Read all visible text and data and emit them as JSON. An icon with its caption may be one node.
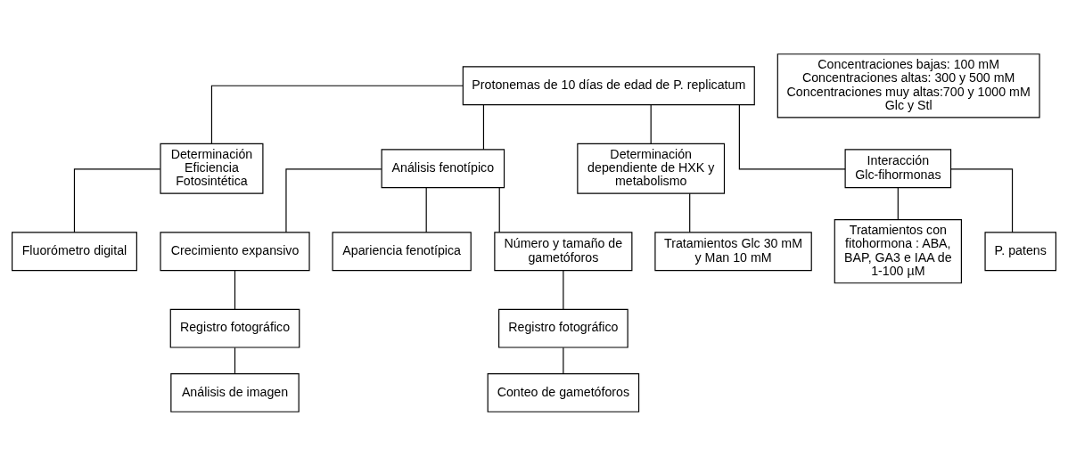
{
  "diagram": {
    "nodes": [
      {
        "text": [
          "Protonemas de 10 días de edad de P. replicatum"
        ]
      },
      {
        "text": [
          "Concentraciones bajas: 100 mM",
          "Concentraciones altas: 300 y 500 mM",
          "Concentraciones muy altas:700 y 1000 mM",
          "Glc y Stl"
        ]
      },
      {
        "text": [
          "Determinación Eficiencia Fotosintética"
        ]
      },
      {
        "text": [
          "Análisis fenotípico"
        ]
      },
      {
        "text": [
          "Determinación dependiente de HXK y metabolismo"
        ]
      },
      {
        "text": [
          "Interacción Glc-fihormonas"
        ]
      },
      {
        "text": [
          "Fluorómetro digital"
        ]
      },
      {
        "text": [
          "Crecimiento expansivo"
        ]
      },
      {
        "text": [
          "Apariencia fenotípica"
        ]
      },
      {
        "text": [
          "Número y tamaño de gametóforos"
        ]
      },
      {
        "text": [
          "Tratamientos Glc 30 mM y Man 10 mM"
        ]
      },
      {
        "text": [
          "Tratamientos con fitohormona : ABA, BAP, GA3 e IAA de 1-100 µM"
        ]
      },
      {
        "text": [
          "Registro fotográfico"
        ]
      },
      {
        "text": [
          "Registro fotográfico"
        ]
      },
      {
        "text": [
          "P. patens"
        ]
      },
      {
        "text": [
          "Análisis de imagen"
        ]
      },
      {
        "text": [
          "Conteo de gametóforos"
        ]
      }
    ],
    "edges": [
      {
        "from": 0,
        "to": 2,
        "arrow": "none"
      },
      {
        "from": 0,
        "to": 3,
        "arrow": "none"
      },
      {
        "from": 0,
        "to": 4,
        "arrow": "none"
      },
      {
        "from": 0,
        "to": 5,
        "arrow": "none"
      },
      {
        "from": 2,
        "to": 6,
        "arrow": "none"
      },
      {
        "from": 3,
        "to": 7,
        "arrow": "none"
      },
      {
        "from": 3,
        "to": 8,
        "arrow": "none"
      },
      {
        "from": 3,
        "to": 9,
        "arrow": "none"
      },
      {
        "from": 4,
        "to": 10,
        "arrow": "none"
      },
      {
        "from": 5,
        "to": 11,
        "arrow": "none"
      },
      {
        "from": 5,
        "to": 14,
        "arrow": "none"
      },
      {
        "from": 7,
        "to": 12,
        "arrow": "none"
      },
      {
        "from": 12,
        "to": 15,
        "arrow": "none"
      },
      {
        "from": 9,
        "to": 13,
        "arrow": "none"
      },
      {
        "from": 13,
        "to": 16,
        "arrow": "none"
      }
    ]
  }
}
